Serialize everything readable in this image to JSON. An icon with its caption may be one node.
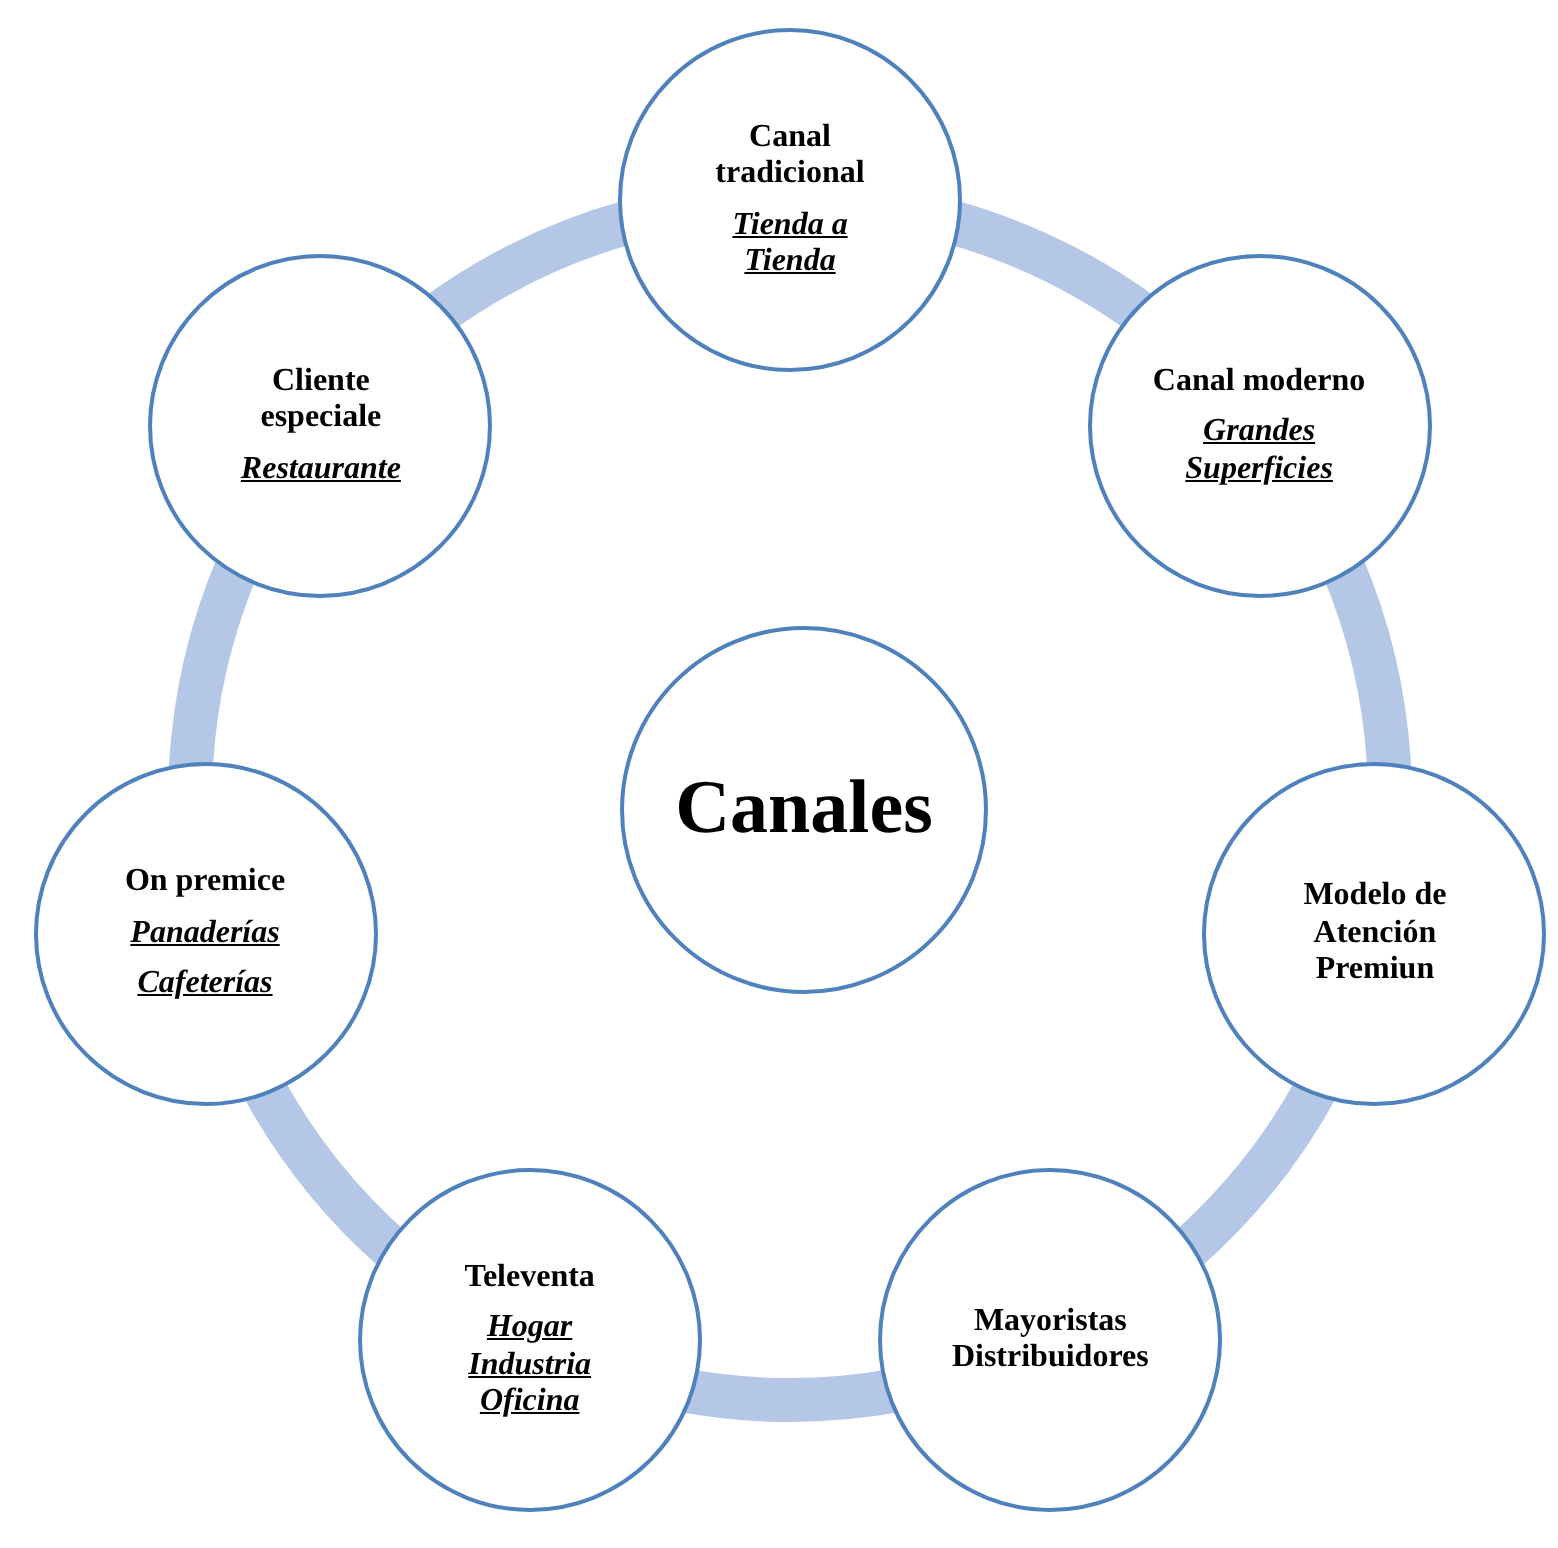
{
  "diagram": {
    "nodes": [
      {
        "text": [
          "Canal tradicional",
          "Tienda a Tienda"
        ]
      },
      {
        "text": [
          "Cliente especiale",
          "Restaurante"
        ]
      },
      {
        "text": [
          "Canal moderno",
          "Grandes Superficies"
        ]
      },
      {
        "text": [
          "Canales"
        ]
      },
      {
        "text": [
          "On premice",
          "Panaderías",
          "Cafeterías"
        ]
      },
      {
        "text": [
          "Modelo de Atención Premiun"
        ]
      },
      {
        "text": [
          "Televenta",
          "Hogar Industria Oficina"
        ]
      },
      {
        "text": [
          "Mayoristas Distribuidores"
        ]
      }
    ],
    "edges": [
      {
        "from": 0,
        "to": 2,
        "arrow": "none"
      },
      {
        "from": 2,
        "to": 5,
        "arrow": "none"
      },
      {
        "from": 5,
        "to": 7,
        "arrow": "none"
      },
      {
        "from": 7,
        "to": 6,
        "arrow": "none"
      },
      {
        "from": 6,
        "to": 4,
        "arrow": "none"
      },
      {
        "from": 4,
        "to": 1,
        "arrow": "none"
      },
      {
        "from": 1,
        "to": 0,
        "arrow": "none"
      }
    ]
  }
}
